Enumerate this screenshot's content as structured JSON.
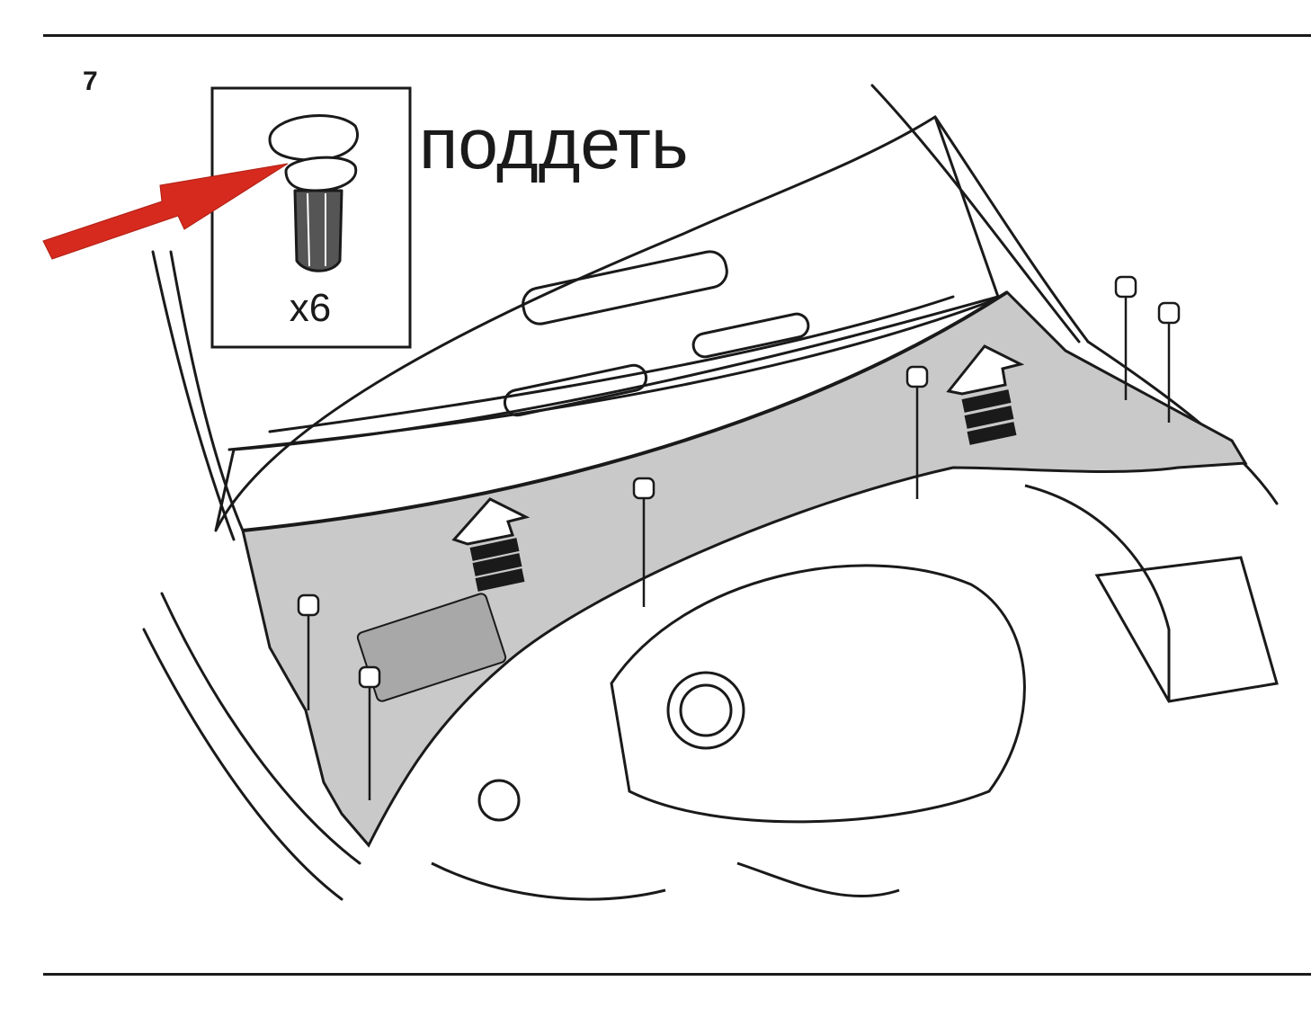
{
  "step": {
    "number": "7"
  },
  "instruction": {
    "text": "поддеть"
  },
  "inset": {
    "quantity_label": "x6",
    "icon": "push-clip-icon"
  },
  "colors": {
    "line": "#1a1a1a",
    "panel_fill": "#c9c9c9",
    "arrow_red": "#d62a1e",
    "background": "#ffffff"
  },
  "parts": {
    "fastener_count": 6,
    "lift_arrows": 2
  }
}
